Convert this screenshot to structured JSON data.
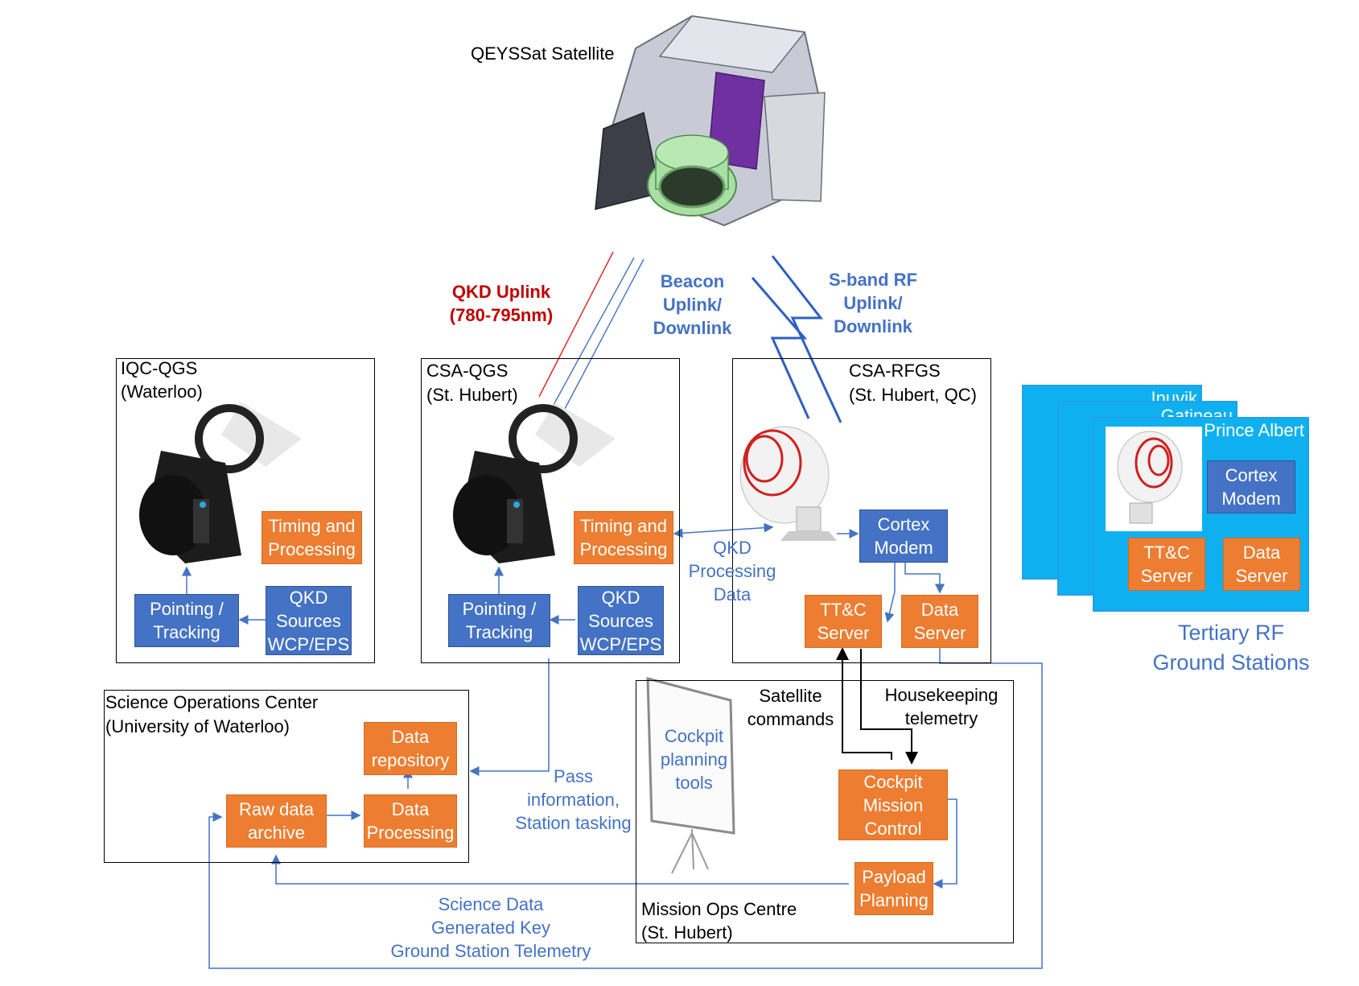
{
  "satellite": {
    "title": "QEYSSat Satellite"
  },
  "links": {
    "qkd_uplink": {
      "line1": "QKD Uplink",
      "line2": "(780-795nm)"
    },
    "beacon": {
      "line1": "Beacon",
      "line2": "Uplink/",
      "line3": "Downlink"
    },
    "sband": {
      "line1": "S-band RF",
      "line2": "Uplink/",
      "line3": "Downlink"
    }
  },
  "iqc_qgs": {
    "title": "IQC-QGS",
    "subtitle": "(Waterloo)",
    "timing": "Timing and\nProcessing",
    "pointing": "Pointing /\nTracking",
    "qkd_sources": "QKD\nSources\nWCP/EPS"
  },
  "csa_qgs": {
    "title": "CSA-QGS",
    "subtitle": "(St. Hubert)",
    "timing": "Timing and\nProcessing",
    "pointing": "Pointing /\nTracking",
    "qkd_sources": "QKD\nSources\nWCP/EPS"
  },
  "csa_rfgs": {
    "title": "CSA-RFGS",
    "subtitle": "(St. Hubert, QC)",
    "cortex": "Cortex\nModem",
    "ttc": "TT&C\nServer",
    "data_server": "Data\nServer"
  },
  "qkd_processing_data": {
    "line1": "QKD",
    "line2": "Processing",
    "line3": "Data"
  },
  "tertiary": {
    "stations": [
      "Inuvik",
      "Gatineau",
      "Prince Albert"
    ],
    "cortex": "Cortex\nModem",
    "ttc": "TT&C\nServer",
    "data_server": "Data\nServer",
    "label_line1": "Tertiary RF",
    "label_line2": "Ground Stations"
  },
  "soc": {
    "title": "Science Operations Center",
    "subtitle": "(University of Waterloo)",
    "repository": "Data\nrepository",
    "raw_archive": "Raw data\narchive",
    "processing": "Data\nProcessing"
  },
  "pass_info": {
    "line1": "Pass",
    "line2": "information,",
    "line3": "Station tasking"
  },
  "mission_ops": {
    "title": "Mission Ops Centre",
    "subtitle": "(St. Hubert)",
    "cockpit_tools": "Cockpit\nplanning\ntools",
    "sat_commands_1": "Satellite",
    "sat_commands_2": "commands",
    "housekeeping_1": "Housekeeping",
    "housekeeping_2": "telemetry",
    "cockpit_mc": "Cockpit\nMission\nControl",
    "payload": "Payload\nPlanning"
  },
  "science_data": {
    "line1": "Science Data",
    "line2": "Generated Key",
    "line3": "Ground Station Telemetry"
  },
  "colors": {
    "orange": "#ed7d31",
    "blue": "#4472c4",
    "cyan": "#0fb0f0",
    "red": "#c00000",
    "purple": "#7030a0",
    "green": "#a9dfa4"
  }
}
